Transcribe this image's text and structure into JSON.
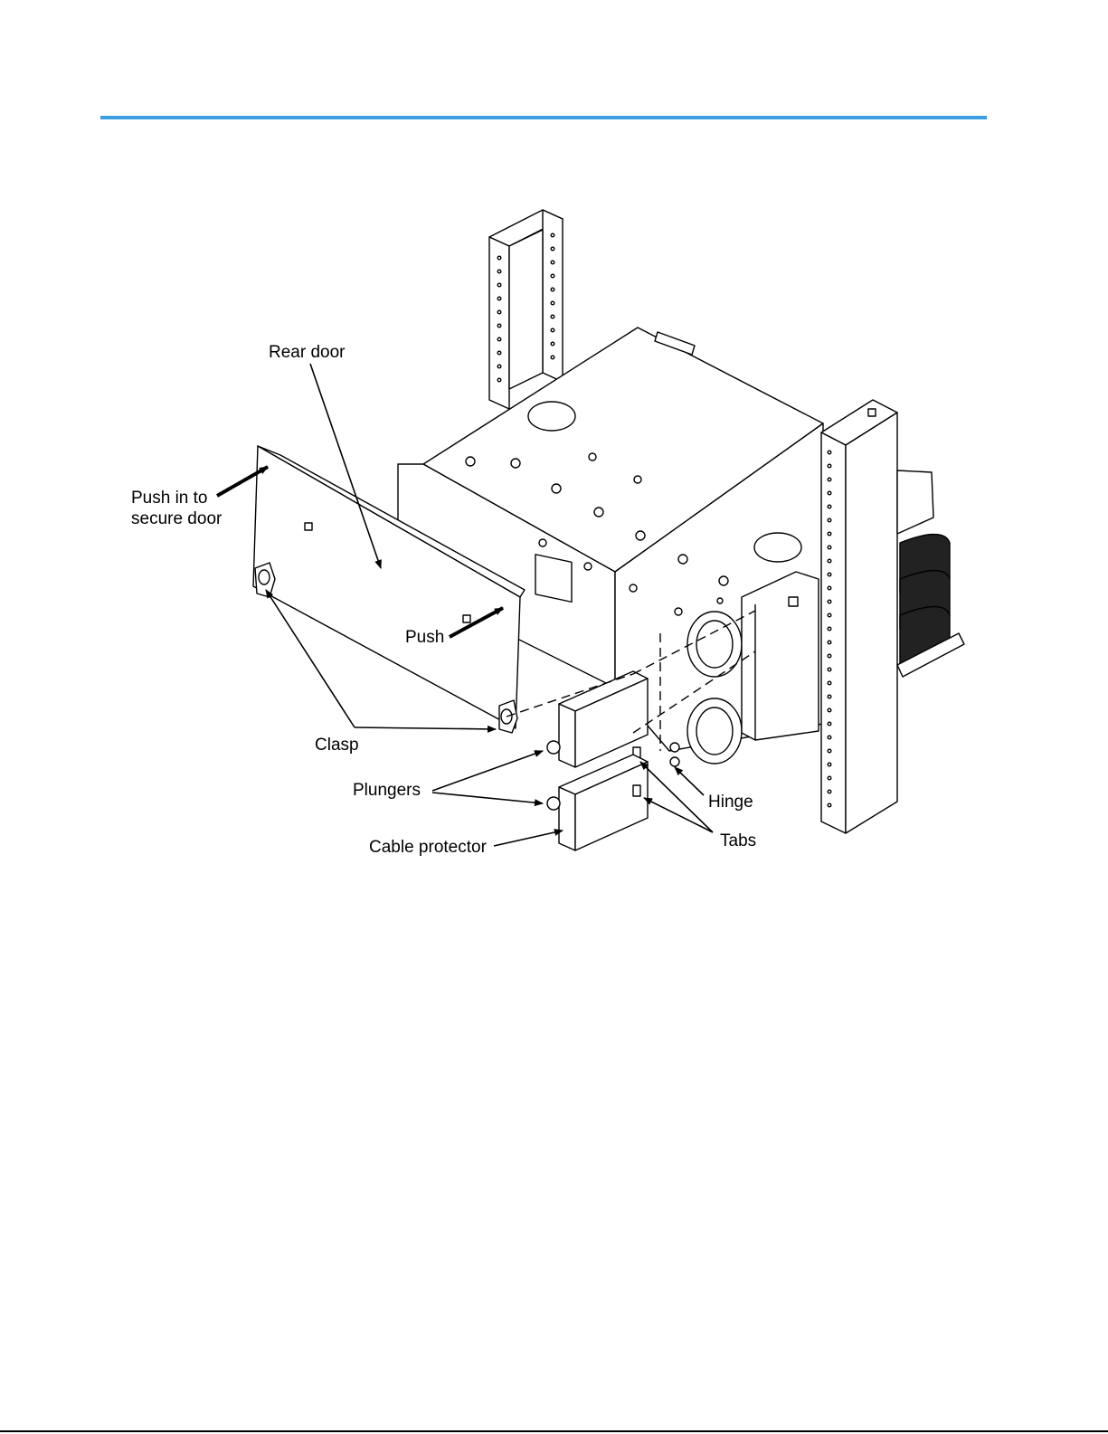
{
  "page": {
    "rule_color": "#3a9ee0"
  },
  "figure": {
    "labels": {
      "rear_door": "Rear door",
      "push_in_line1": "Push in to",
      "push_in_line2": "secure door",
      "push": "Push",
      "clasp": "Clasp",
      "plungers": "Plungers",
      "cable_protector": "Cable protector",
      "hinge": "Hinge",
      "tabs": "Tabs"
    }
  }
}
